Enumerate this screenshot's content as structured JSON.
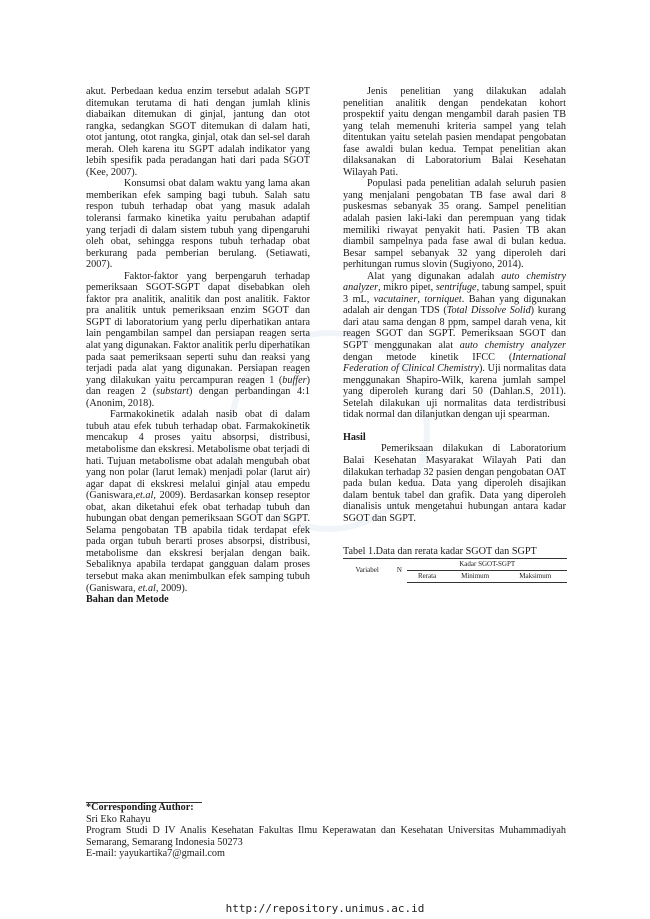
{
  "left": {
    "p1": "akut. Perbedaan kedua enzim tersebut adalah SGPT ditemukan terutama di hati dengan jumlah klinis diabaikan ditemukan di ginjal, jantung dan otot rangka, sedangkan SGOT ditemukan di dalam hati, otot jantung, otot rangka, ginjal, otak dan sel-sel darah merah. Oleh karena itu SGPT adalah indikator yang lebih spesifik pada peradangan hati dari pada SGOT (Kee, 2007).",
    "p2": "Konsumsi obat dalam waktu yang lama akan memberikan efek samping bagi tubuh.  Salah satu respon tubuh terhadap obat yang masuk adalah toleransi farmako kinetika yaitu perubahan adaptif  yang terjadi di dalam sistem tubuh yang dipengaruhi oleh obat, sehingga respons tubuh terhadap obat berkurang pada pemberian berulang. (Setiawati, 2007).",
    "p3a": "Faktor-faktor yang berpengaruh terhadap pemeriksaan SGOT-SGPT dapat disebabkan oleh faktor pra analitik, analitik dan post analitik. Faktor pra analitik untuk pemeriksaan enzim SGOT dan SGPT di laboratorium yang perlu diperhatikan antara lain pengambilan sampel dan persiapan reagen serta alat yang digunakan. Faktor analitik perlu diperhatikan pada saat pemeriksaan seperti suhu dan reaksi yang terjadi pada alat yang digunakan. Persiapan reagen yang dilakukan yaitu percampuran reagen 1 (",
    "p3_buffer": "buffer",
    "p3b": ") dan reagen 2 (",
    "p3_substart": "substart",
    "p3c": ") dengan perbandingan 4:1 (Anonim, 2018).",
    "p4a": "Farmakokinetik adalah nasib obat di dalam tubuh atau efek tubuh terhadap obat. Farmakokinetik mencakup 4 proses yaitu absorpsi, distribusi, metabolisme dan ekskresi. Metabolisme obat terjadi di hati. Tujuan metabolisme obat adalah mengubah obat yang non polar (larut lemak) menjadi polar (larut air) agar dapat di ekskresi melalui ginjal atau empedu (Ganiswara,",
    "p4_etal1": "et.al,",
    "p4b": " 2009). Berdasarkan konsep reseptor obat, akan diketahui efek obat terhadap tubuh dan hubungan obat dengan pemeriksaan SGOT dan SGPT. Selama pengobatan TB apabila tidak terdapat efek pada organ tubuh berarti proses absorpsi, distribusi, metabolisme dan ekskresi berjalan dengan baik. Sebaliknya apabila terdapat gangguan dalam proses tersebut maka akan menimbulkan efek samping tubuh (Ganiswara, ",
    "p4_etal2": "et.al,",
    "p4c": " 2009).",
    "heading_methods": "Bahan dan Metode"
  },
  "right": {
    "p1": "Jenis penelitian yang dilakukan adalah penelitian analitik dengan pendekatan kohort prospektif yaitu dengan mengambil darah pasien TB yang telah memenuhi kriteria sampel yang telah ditentukan yaitu setelah pasien mendapat pengobatan fase awaldi bulan kedua. Tempat penelitian akan dilaksanakan di Laboratorium Balai Kesehatan Wilayah Pati.",
    "p2": "Populasi pada penelitian adalah seluruh pasien yang menjalani pengobatan TB fase awal dari 8 puskesmas sebanyak 35 orang. Sampel penelitian adalah pasien laki-laki dan perempuan yang tidak memiliki riwayat penyakit hati. Pasien TB akan diambil sampelnya pada fase awal di bulan kedua. Besar sampel sebanyak 32 yang diperoleh dari perhitungan rumus slovin (Sugiyono, 2014).",
    "p3a": "Alat yang digunakan adalah ",
    "p3_i1": "auto chemistry analyzer",
    "p3b": ", mikro pipet, ",
    "p3_i2": "sentrifuge",
    "p3c": ", tabung sampel, spuit 3 mL, ",
    "p3_i3": "vacutainer",
    "p3d": ", ",
    "p3_i4": "torniquet",
    "p3e": ". Bahan yang digunakan adalah air dengan TDS (",
    "p3_i5": "Total Dissolve Solid",
    "p3f": ") kurang dari atau sama dengan 8 ppm, sampel darah vena, kit reagen SGOT dan SGPT. Pemeriksaan SGOT dan SGPT menggunakan alat ",
    "p3_i6": "auto chemistry analyzer",
    "p3g": " dengan metode kinetik IFCC (",
    "p3_i7": "International Federation of Clinical Chemistry",
    "p3h": "). Uji normalitas data menggunakan Shapiro-Wilk, karena jumlah sampel yang diperoleh kurang dari 50 (Dahlan.S, 2011). Setelah dilakukan uji normalitas data terdistribusi tidak normal dan dilanjutkan dengan uji  spearman.",
    "heading_results": "Hasil",
    "p4": "Pemeriksaan dilakukan di Laboratorium Balai Kesehatan Masyarakat Wilayah Pati dan dilakukan terhadap 32 pasien dengan pengobatan OAT pada bulan kedua. Data yang diperoleh disajikan dalam bentuk tabel dan grafik. Data yang diperoleh dianalisis untuk mengetahui hubungan antara kadar SGOT dan SGPT.",
    "table_caption": "Tabel 1.Data dan rerata kadar SGOT dan SGPT",
    "table": {
      "col_variable": "Variabel",
      "col_n": "N",
      "col_group": "Kadar SGOT-SGPT",
      "col_mean": "Rerata",
      "col_min": "Minimum",
      "col_max": "Maksimum"
    }
  },
  "footnote": {
    "label": "*Corresponding Author:",
    "name": "Sri Eko Rahayu",
    "affiliation": "Program Studi D IV Analis Kesehatan Fakultas Ilmu Keperawatan dan Kesehatan Universitas Muhammadiyah Semarang, Semarang Indonesia 50273",
    "email": "E-mail: yayukartika7@gmail.com"
  },
  "footer_url": "http://repository.unimus.ac.id"
}
